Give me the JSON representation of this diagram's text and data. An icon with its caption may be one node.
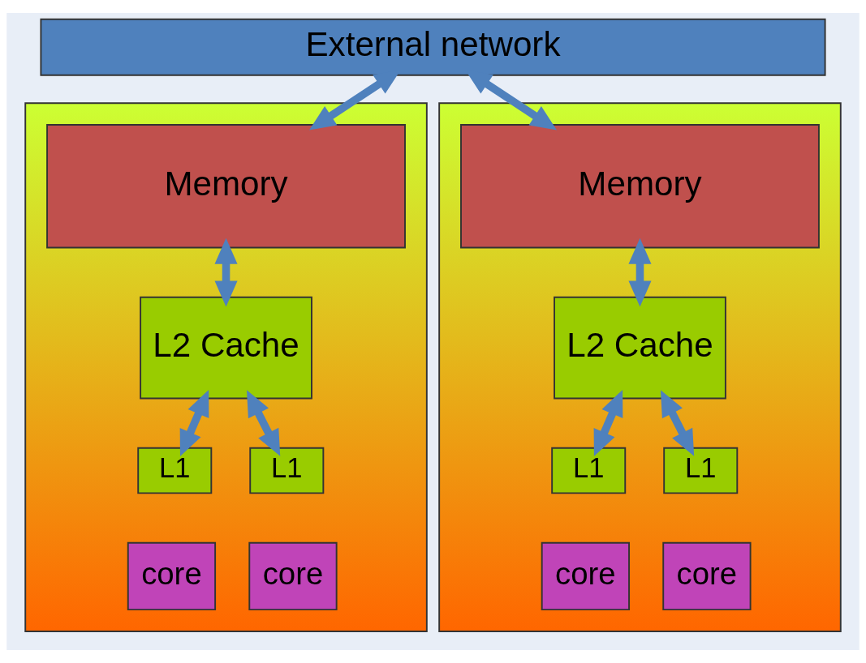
{
  "diagram": {
    "nodes": [
      {
        "text": [
          "External network"
        ]
      },
      {
        "text": [],
        "shape": "box"
      },
      {
        "text": [
          "Memory"
        ],
        "in": 1
      },
      {
        "text": [
          "L2 Cache"
        ],
        "in": 1
      },
      {
        "text": [
          "L1"
        ],
        "in": 1
      },
      {
        "text": [
          "L1"
        ],
        "in": 1
      },
      {
        "text": [
          "core"
        ],
        "in": 1
      },
      {
        "text": [
          "core"
        ],
        "in": 1
      },
      {
        "text": [],
        "shape": "box"
      },
      {
        "text": [
          "Memory"
        ],
        "in": 8
      },
      {
        "text": [
          "L2 Cache"
        ],
        "in": 8
      },
      {
        "text": [
          "L1"
        ],
        "in": 8
      },
      {
        "text": [
          "L1"
        ],
        "in": 8
      },
      {
        "text": [
          "core"
        ],
        "in": 8
      },
      {
        "text": [
          "core"
        ],
        "in": 8
      }
    ],
    "edges": [
      {
        "from": 0,
        "to": 2,
        "arrow": "both"
      },
      {
        "from": 2,
        "to": 3,
        "arrow": "both"
      },
      {
        "from": 3,
        "to": 4,
        "arrow": "both"
      },
      {
        "from": 3,
        "to": 5,
        "arrow": "both"
      },
      {
        "from": 0,
        "to": 9,
        "arrow": "both"
      },
      {
        "from": 9,
        "to": 10,
        "arrow": "both"
      },
      {
        "from": 10,
        "to": 11,
        "arrow": "both"
      },
      {
        "from": 10,
        "to": 12,
        "arrow": "both"
      }
    ]
  }
}
